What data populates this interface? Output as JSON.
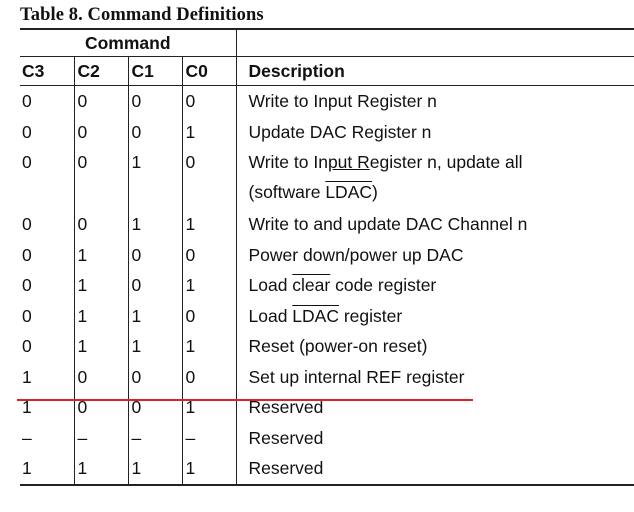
{
  "title": "Table 8. Command Definitions",
  "group_header": "Command",
  "columns": [
    "C3",
    "C2",
    "C1",
    "C0",
    "Description"
  ],
  "rows": [
    {
      "c3": "0",
      "c2": "0",
      "c1": "0",
      "c0": "0",
      "desc": "Write to Input Register n"
    },
    {
      "c3": "0",
      "c2": "0",
      "c1": "0",
      "c0": "1",
      "desc": "Update DAC Register n"
    },
    {
      "c3": "0",
      "c2": "0",
      "c1": "1",
      "c0": "0",
      "desc_line1_a": "Write to In",
      "desc_line1_u": "put R",
      "desc_line1_b": "egister n, update all",
      "desc_line2_a": "(software ",
      "desc_line2_o": "LDAC",
      "desc_line2_b": ")"
    },
    {
      "c3": "0",
      "c2": "0",
      "c1": "1",
      "c0": "1",
      "desc": "Write to and update DAC Channel n"
    },
    {
      "c3": "0",
      "c2": "1",
      "c1": "0",
      "c0": "0",
      "desc": "Power down/power up DAC"
    },
    {
      "c3": "0",
      "c2": "1",
      "c1": "0",
      "c0": "1",
      "desc_a": "Load ",
      "desc_o": "clear",
      "desc_b": " code register"
    },
    {
      "c3": "0",
      "c2": "1",
      "c1": "1",
      "c0": "0",
      "desc_a": "Load ",
      "desc_o": "LDAC",
      "desc_b": " register"
    },
    {
      "c3": "0",
      "c2": "1",
      "c1": "1",
      "c0": "1",
      "desc": "Reset (power-on reset)"
    },
    {
      "c3": "1",
      "c2": "0",
      "c1": "0",
      "c0": "0",
      "desc": "Set up internal REF register"
    },
    {
      "c3": "1",
      "c2": "0",
      "c1": "0",
      "c0": "1",
      "desc": "Reserved"
    },
    {
      "c3": "–",
      "c2": "–",
      "c1": "–",
      "c0": "–",
      "desc": "Reserved"
    },
    {
      "c3": "1",
      "c2": "1",
      "c1": "1",
      "c0": "1",
      "desc": "Reserved"
    }
  ],
  "annotation": {
    "color": "#d9222a"
  }
}
